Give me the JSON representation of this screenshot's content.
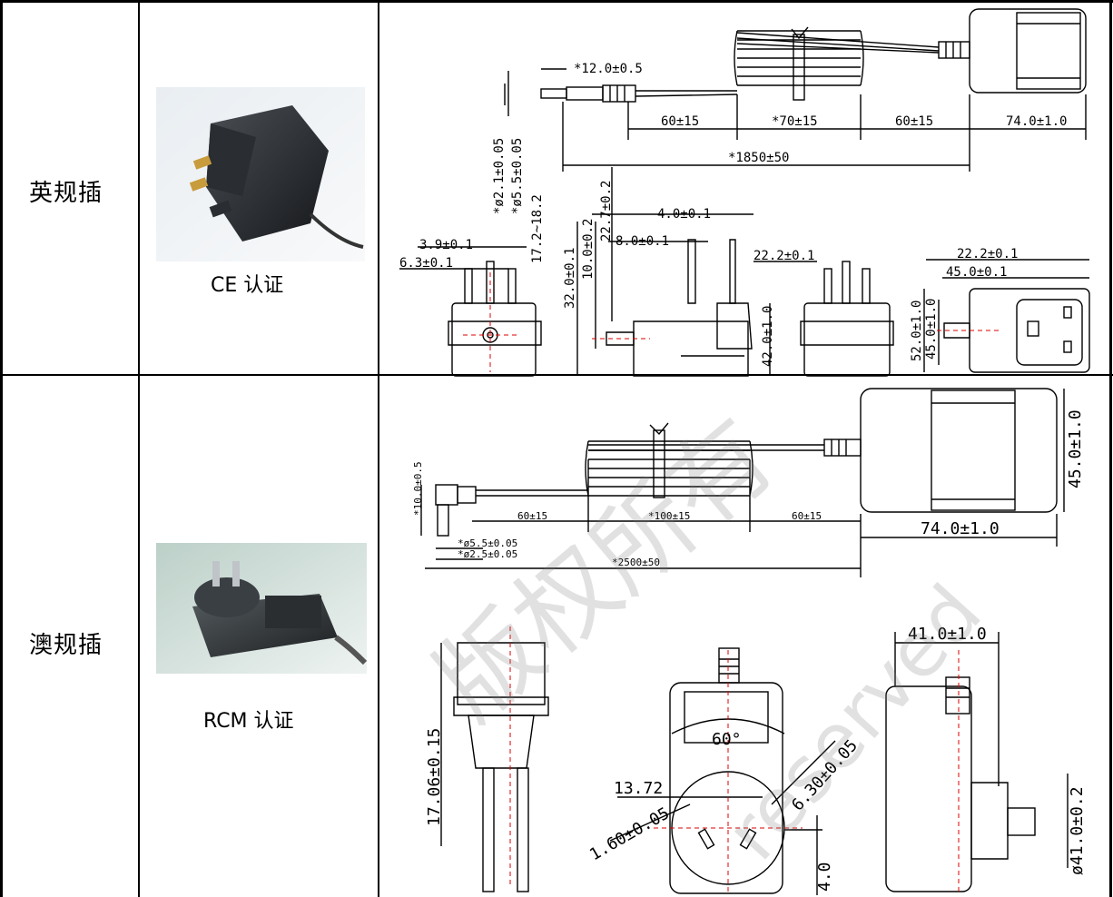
{
  "rows": [
    {
      "plug_type": "英规插",
      "certification": "CE 认证",
      "dimensions": [
        "*12.0±0.5",
        "60±15",
        "*70±15",
        "60±15",
        "74.0±1.0",
        "*1850±50",
        "*ø2.1±0.05",
        "*ø5.5±0.05",
        "17.2~18.2",
        "22.7±0.2",
        "4.0±0.1",
        "8.0±0.1",
        "10.0±0.2",
        "32.0±0.1",
        "3.9±0.1",
        "6.3±0.1",
        "42.0±1.0",
        "22.2±0.1",
        "22.2±0.1",
        "45.0±0.1",
        "52.0±1.0",
        "45.0±1.0"
      ]
    },
    {
      "plug_type": "澳规插",
      "certification": "RCM 认证",
      "dimensions": [
        "*10.0±0.5",
        "60±15",
        "*100±15",
        "60±15",
        "*ø5.5±0.05",
        "*ø2.5±0.05",
        "*2500±50",
        "45.0±1.0",
        "74.0±1.0",
        "17.06±0.15",
        "60°",
        "13.72",
        "6.30±0.05",
        "1.60±0.05",
        "4.0",
        "41.0±1.0",
        "ø41.0±0.2"
      ]
    }
  ],
  "watermark": {
    "cn": "版权所有",
    "en": "reserved"
  }
}
